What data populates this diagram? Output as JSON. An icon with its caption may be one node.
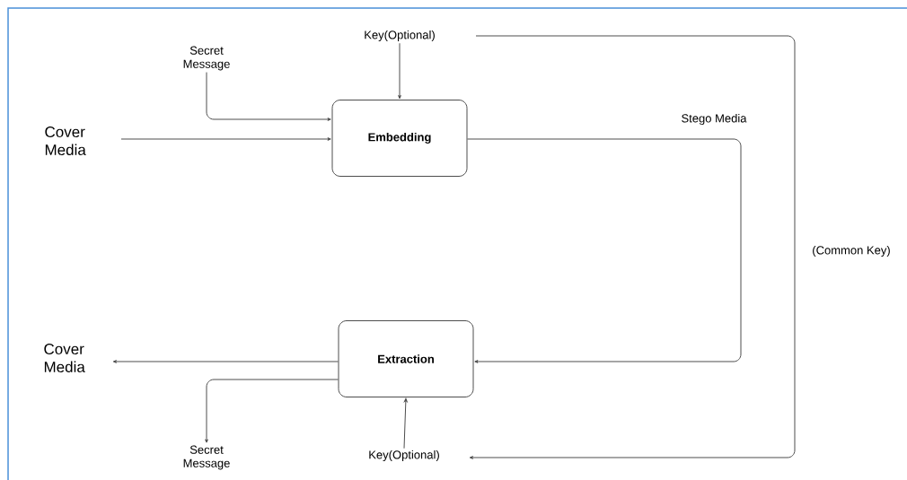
{
  "diagram": {
    "nodes": [
      {
        "text": [
          "Key(Optional)"
        ]
      },
      {
        "text": [
          "Secret Message"
        ]
      },
      {
        "text": [
          "Cover Media"
        ]
      },
      {
        "text": [
          "Embedding"
        ]
      },
      {
        "text": [
          "Cover Media"
        ]
      },
      {
        "text": [
          "Extraction"
        ]
      },
      {
        "text": [
          "Secret Message"
        ]
      },
      {
        "text": [
          "Key(Optional)"
        ]
      }
    ],
    "edges": [
      {
        "from": 0,
        "to": 3,
        "arrow": "to"
      },
      {
        "from": 1,
        "to": 3,
        "arrow": "to"
      },
      {
        "from": 2,
        "to": 3,
        "arrow": "to"
      },
      {
        "from": 3,
        "to": 5,
        "arrow": "to",
        "label": "Stego Media"
      },
      {
        "from": 5,
        "to": 4,
        "arrow": "to"
      },
      {
        "from": 5,
        "to": 6,
        "arrow": "to"
      },
      {
        "from": 7,
        "to": 5,
        "arrow": "to"
      },
      {
        "from": 0,
        "to": 7,
        "arrow": "to",
        "label": "(Common Key)"
      }
    ]
  }
}
